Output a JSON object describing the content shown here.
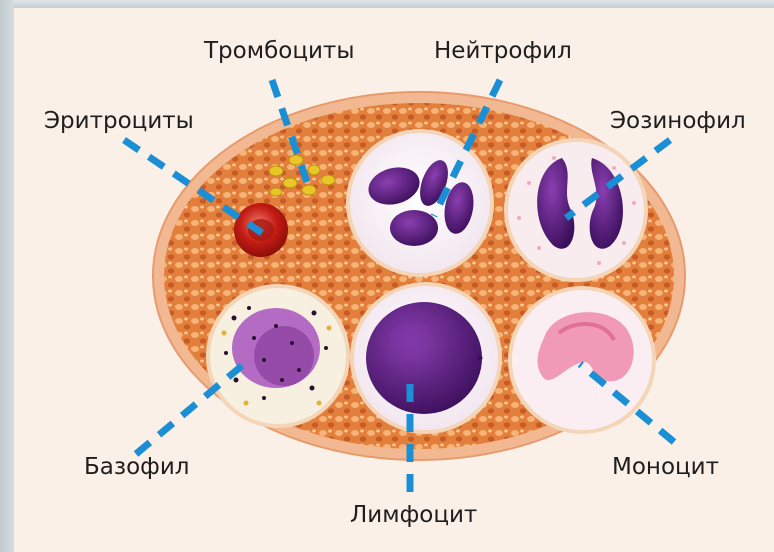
{
  "labels": {
    "platelets": "Тромбоциты",
    "neutrophil": "Нейтрофил",
    "erythrocytes": "Эритроциты",
    "eosinophil": "Эозинофил",
    "basophil": "Базофил",
    "monocyte": "Моноцит",
    "lymphocyte": "Лимфоцит"
  },
  "colors": {
    "leader": "#1a8fd6",
    "tissue": "#e8944a",
    "rim": "#f2b891",
    "nucleus": "#5a1e7e",
    "erythrocyte": "#d4261c",
    "platelet": "#e9c628",
    "monocyte_nucleus": "#f09ab8"
  }
}
